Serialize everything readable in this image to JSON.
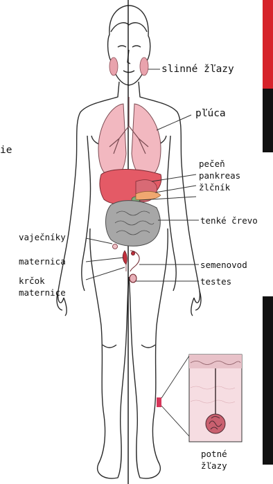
{
  "labels": {
    "salivary": "slinné žľazy",
    "lungs": "pľúca",
    "fragment": "ie",
    "liver": "pečeň",
    "pancreas": "pankreas",
    "gallbladder": "žlčník",
    "small_intestine": "tenké črevo",
    "ovaries": "vaječníky",
    "uterus": "maternica",
    "cervix_1": "krčok",
    "cervix_2": "maternice",
    "vas_deferens": "semenovod",
    "testes": "testes",
    "sweat_1": "potné",
    "sweat_2": "žľazy"
  },
  "colors": {
    "accent_red": "#d6232a",
    "dark_bar": "#111111",
    "organ_pink": "#f2b8c0",
    "liver_red": "#e45a66",
    "intestine_gray": "#a7a7a7",
    "line": "#333333"
  }
}
